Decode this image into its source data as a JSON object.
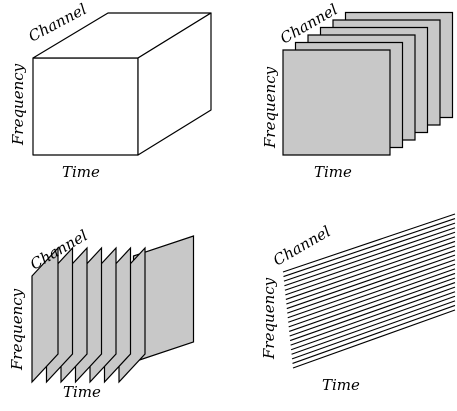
{
  "panels": [
    {
      "id": "cube",
      "channel_label": "Channel",
      "frequency_label": "Frequency",
      "time_label": "Time"
    },
    {
      "id": "stacked-slabs",
      "channel_label": "Channel",
      "frequency_label": "Frequency",
      "time_label": "Time"
    },
    {
      "id": "tilted-slices",
      "channel_label": "Channel",
      "frequency_label": "Frequency",
      "time_label": "Time"
    },
    {
      "id": "fiber-lines",
      "channel_label": "Channel",
      "frequency_label": "Frequency",
      "time_label": "Time"
    }
  ],
  "colors": {
    "stroke": "#000000",
    "face_white": "#ffffff",
    "face_gray": "#c8c8c8"
  }
}
